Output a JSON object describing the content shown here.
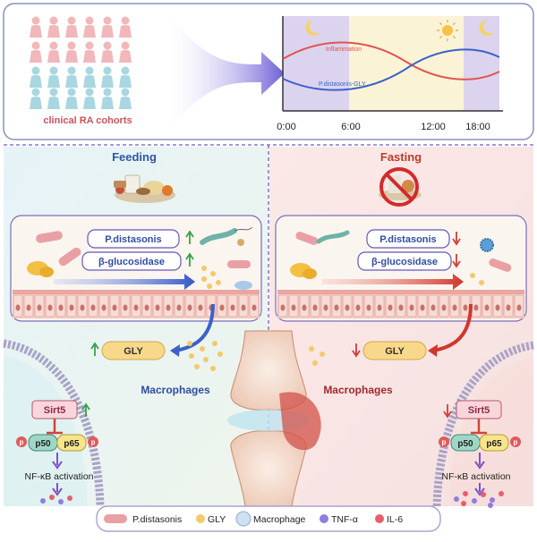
{
  "cohort_label": "clinical RA cohorts",
  "timeline": {
    "ticks": [
      "0:00",
      "6:00",
      "12:00",
      "18:00"
    ],
    "curve_labels": [
      "Inflammation",
      "P.distasonis-GLY"
    ],
    "colors": {
      "inflammation": "#e0554f",
      "pdistasonis_gly": "#3a62c9",
      "night": "#dcd3ef",
      "day": "#fbf3d6"
    }
  },
  "feeding": {
    "title": "Feeding",
    "bacteria_label": "P.distasonis",
    "enzyme_label": "β-glucosidase",
    "gly_label": "GLY",
    "macrophages_label": "Macrophages",
    "sirt5_label": "Sirt5",
    "p50_label": "p50",
    "p65_label": "p65",
    "phospho_label": "p",
    "nfkb_label": "NF-κB activation",
    "trend": "up"
  },
  "fasting": {
    "title": "Fasting",
    "bacteria_label": "P.distasonis",
    "enzyme_label": "β-glucosidase",
    "gly_label": "GLY",
    "macrophages_label": "Macrophages",
    "sirt5_label": "Sirt5",
    "p50_label": "p50",
    "p65_label": "p65",
    "phospho_label": "p",
    "nfkb_label": "NF-κB activation",
    "trend": "down"
  },
  "legend": {
    "items": [
      "P.distasonis",
      "GLY",
      "Macrophage",
      "TNF-α",
      "IL-6"
    ]
  },
  "colors": {
    "up_arrow": "#3aa14a",
    "down_arrow": "#d23b3b",
    "feeding_title": "#2f56a6",
    "fasting_title": "#c0392b"
  }
}
